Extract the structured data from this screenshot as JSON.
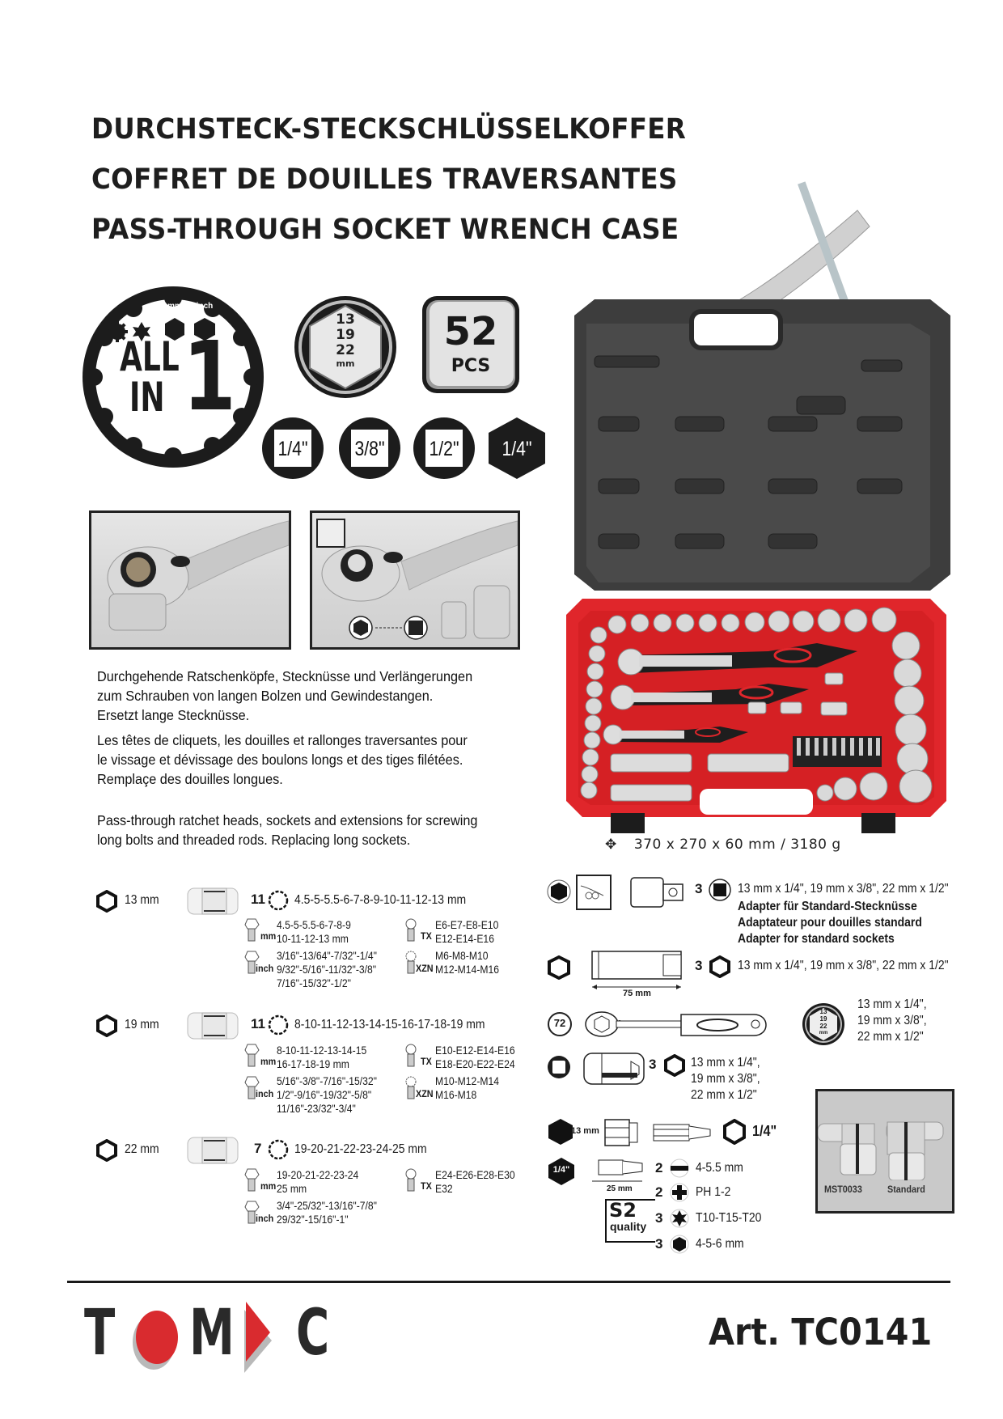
{
  "header": {
    "title_de": "DURCHSTECK-STECKSCHLÜSSELKOFFER",
    "title_fr": "COFFRET DE DOUILLES TRAVERSANTES",
    "title_en": "PASS-THROUGH SOCKET WRENCH CASE"
  },
  "badges": {
    "all_in_one": {
      "unit_mm": "mm",
      "unit_inch": "inch",
      "line1": "ALL",
      "line2": "IN",
      "number": "1"
    },
    "hex_sizes": {
      "values": [
        "13",
        "19",
        "22"
      ],
      "unit": "mm"
    },
    "pieces": {
      "count": "52",
      "label": "PCS"
    },
    "drives": [
      {
        "label": "1/4\"",
        "shape": "square-drive"
      },
      {
        "label": "3/8\"",
        "shape": "square-drive"
      },
      {
        "label": "1/2\"",
        "shape": "square-drive"
      },
      {
        "label": "1/4\"",
        "shape": "hex-bit-drive"
      }
    ]
  },
  "description": {
    "de": [
      "Durchgehende Ratschenköpfe, Stecknüsse und Verlängerungen",
      "zum Schrauben von langen Bolzen und Gewindestangen.",
      "Ersetzt lange Stecknüsse."
    ],
    "fr": [
      "Les têtes de cliquets, les douilles et rallonges traversantes pour",
      "le vissage et dévissage des boulons longs et des tiges filétées.",
      "Remplaçe des douilles longues."
    ],
    "en": [
      "Pass-through ratchet heads, sockets and extensions for screwing",
      "long bolts and threaded rods. Replacing long sockets."
    ]
  },
  "case": {
    "dimensions": "370 x 270 x 60 mm / 3180 g",
    "colors": {
      "shell": "#3a3a3a",
      "tray": "#e0262b"
    }
  },
  "socket_groups": [
    {
      "drive": "13 mm",
      "count": "11",
      "sizes": "4.5-5-5.5-6-7-8-9-10-11-12-13 mm",
      "mm": [
        "4.5-5-5.5-6-7-8-9",
        "10-11-12-13 mm"
      ],
      "inch": [
        "3/16\"-13/64\"-7/32\"-1/4\"",
        "9/32\"-5/16\"-11/32\"-3/8\"",
        "7/16\"-15/32\"-1/2\""
      ],
      "tx": [
        "E6-E7-E8-E10",
        "E12-E14-E16"
      ],
      "xzn": [
        "M6-M8-M10",
        "M12-M14-M16"
      ]
    },
    {
      "drive": "19 mm",
      "count": "11",
      "sizes": "8-10-11-12-13-14-15-16-17-18-19 mm",
      "mm": [
        "8-10-11-12-13-14-15",
        "16-17-18-19 mm"
      ],
      "inch": [
        "5/16\"-3/8\"-7/16\"-15/32\"",
        "1/2\"-9/16\"-19/32\"-5/8\"",
        "11/16\"-23/32\"-3/4\""
      ],
      "tx": [
        "E10-E12-E14-E16",
        "E18-E20-E22-E24"
      ],
      "xzn": [
        "M10-M12-M14",
        "M16-M18"
      ]
    },
    {
      "drive": "22 mm",
      "count": "7",
      "sizes": "19-20-21-22-23-24-25 mm",
      "mm": [
        "19-20-21-22-23-24",
        "25 mm"
      ],
      "inch": [
        "3/4\"-25/32\"-13/16\"-7/8\"",
        "29/32\"-15/16\"-1\""
      ],
      "tx": [
        "E24-E26-E28-E30",
        "E32"
      ]
    }
  ],
  "unit_labels": {
    "mm": "mm",
    "inch": "inch",
    "tx": "TX",
    "xzn": "XZN"
  },
  "accessories": {
    "adapters": {
      "count": "3",
      "sizes": "13 mm x 1/4\", 19 mm x 3/8\", 22 mm x 1/2\"",
      "desc_de": "Adapter für Standard-Stecknüsse",
      "desc_fr": "Adaptateur pour douilles standard",
      "desc_en": "Adapter for standard sockets"
    },
    "extensions": {
      "count": "3",
      "sizes": "13 mm x 1/4\", 19 mm x 3/8\", 22 mm x 1/2\"",
      "length": "75 mm"
    },
    "ratchets": {
      "teeth": "72",
      "sizes": [
        "13 mm x 1/4\",",
        "19 mm x 3/8\",",
        "22 mm x 1/2\""
      ],
      "icon_values": [
        "13",
        "19",
        "22"
      ],
      "icon_unit": "mm"
    },
    "sockets": {
      "count": "3",
      "sizes": [
        "13 mm x 1/4\",",
        "19 mm x 3/8\",",
        "22 mm x 1/2\""
      ]
    },
    "bit_holder": {
      "drive": "13 mm",
      "bit_drive": "1/4\""
    },
    "bits": {
      "hex_label": "1/4\"",
      "length": "25 mm",
      "quality": "S2",
      "quality_label": "quality",
      "items": [
        {
          "count": "2",
          "type": "slotted",
          "sizes": "4-5.5 mm"
        },
        {
          "count": "2",
          "type": "phillips",
          "sizes": "PH 1-2"
        },
        {
          "count": "3",
          "type": "torx",
          "sizes": "T10-T15-T20"
        },
        {
          "count": "3",
          "type": "hex",
          "sizes": "4-5-6 mm"
        }
      ]
    },
    "comparison": {
      "left": "MST0033",
      "right": "Standard"
    }
  },
  "footer": {
    "brand_letters": [
      "T",
      "M",
      "C"
    ],
    "brand_accent": "#d92b2f",
    "article": "Art. TC0141"
  }
}
